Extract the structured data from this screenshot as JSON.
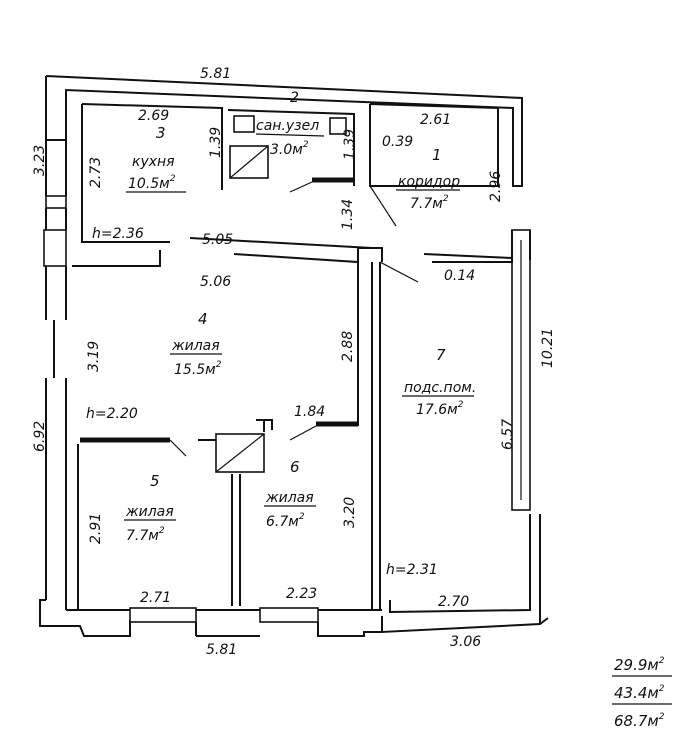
{
  "dimensions": {
    "top_width": "5.81",
    "bottom_width": "5.81",
    "bottom_right_width": "3.06",
    "left_height": "6.92",
    "right_height": "10.21",
    "left_top_segment": "3.23",
    "top_hall_number": "2",
    "kitchen_width": "2.69",
    "kitchen_height": "2.73",
    "bath_height_left": "1.39",
    "bath_height_right": "1.39",
    "corridor_width": "2.61",
    "corridor_height": "2.96",
    "corridor_small": "0.39",
    "corridor_passage": "1.34",
    "corridor_step": "0.14",
    "hall4_top_a": "5.05",
    "hall4_top_b": "5.06",
    "room4_height": "3.19",
    "room4_right": "2.88",
    "room6_width": "1.84",
    "room6_height": "3.20",
    "room5_height": "2.91",
    "room5_width": "2.71",
    "room6_bottom": "2.23",
    "room7_height": "6.57",
    "room7_width": "2.70"
  },
  "heights": {
    "kitchen": "h=2.36",
    "living": "h=2.20",
    "utility": "h=2.31"
  },
  "rooms": [
    {
      "num": "1",
      "name": "коридор",
      "area": "7.7м",
      "sup": "2"
    },
    {
      "num": "2",
      "name": "сан.узел",
      "area": "3.0м",
      "sup": "2"
    },
    {
      "num": "3",
      "name": "кухня",
      "area": "10.5м",
      "sup": "2"
    },
    {
      "num": "4",
      "name": "жилая",
      "area": "15.5м",
      "sup": "2"
    },
    {
      "num": "5",
      "name": "жилая",
      "area": "7.7м",
      "sup": "2"
    },
    {
      "num": "6",
      "name": "жилая",
      "area": "6.7м",
      "sup": "2"
    },
    {
      "num": "7",
      "name": "подс.пом.",
      "area": "17.6м",
      "sup": "2"
    }
  ],
  "totals": [
    {
      "value": "29.9м",
      "sup": "2"
    },
    {
      "value": "43.4м",
      "sup": "2"
    },
    {
      "value": "68.7м",
      "sup": "2"
    }
  ]
}
